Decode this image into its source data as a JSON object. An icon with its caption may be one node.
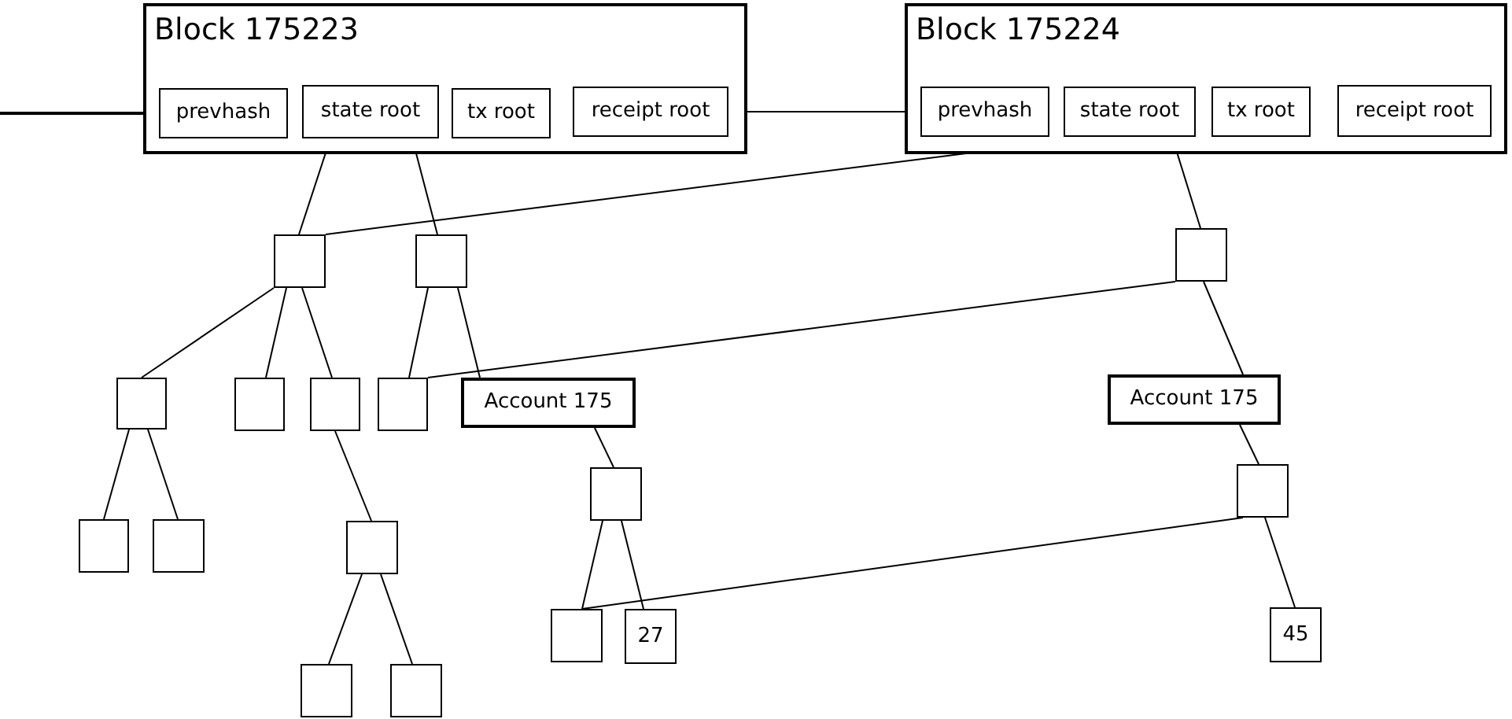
{
  "diagram": {
    "nodes": [
      {
        "text": [
          "Block 175223"
        ]
      },
      {
        "text": [
          "prevhash"
        ],
        "in": 0
      },
      {
        "text": [
          "state root"
        ],
        "in": 0
      },
      {
        "text": [
          "tx root"
        ],
        "in": 0
      },
      {
        "text": [
          "receipt root"
        ],
        "in": 0
      },
      {
        "text": [
          "Block 175224"
        ]
      },
      {
        "text": [
          "prevhash"
        ],
        "in": 5
      },
      {
        "text": [
          "state root"
        ],
        "in": 5
      },
      {
        "text": [
          "tx root"
        ],
        "in": 5
      },
      {
        "text": [
          "receipt root"
        ],
        "in": 5
      },
      {
        "text": [],
        "shape": "box"
      },
      {
        "text": [],
        "shape": "box"
      },
      {
        "text": [],
        "shape": "box"
      },
      {
        "text": [],
        "shape": "box"
      },
      {
        "text": [],
        "shape": "box"
      },
      {
        "text": [],
        "shape": "box"
      },
      {
        "text": [],
        "shape": "box"
      },
      {
        "text": [
          "Account 175"
        ]
      },
      {
        "text": [
          "Account 175"
        ]
      },
      {
        "text": [],
        "shape": "box"
      },
      {
        "text": [],
        "shape": "box"
      },
      {
        "text": [],
        "shape": "box"
      },
      {
        "text": [],
        "shape": "box"
      },
      {
        "text": [],
        "shape": "box"
      },
      {
        "text": [],
        "shape": "box"
      },
      {
        "text": [
          "27"
        ]
      },
      {
        "text": [
          "45"
        ]
      },
      {
        "text": [],
        "shape": "box"
      },
      {
        "text": [],
        "shape": "box"
      }
    ],
    "edges": [
      {
        "from": null,
        "to": 1,
        "arrow": "none"
      },
      {
        "from": 0,
        "to": 6,
        "arrow": "none"
      },
      {
        "from": 2,
        "to": 10,
        "arrow": "none"
      },
      {
        "from": 2,
        "to": 11,
        "arrow": "none"
      },
      {
        "from": 7,
        "to": 10,
        "arrow": "none"
      },
      {
        "from": 7,
        "to": 12,
        "arrow": "none"
      },
      {
        "from": 10,
        "to": 13,
        "arrow": "none"
      },
      {
        "from": 10,
        "to": 14,
        "arrow": "none"
      },
      {
        "from": 10,
        "to": 15,
        "arrow": "none"
      },
      {
        "from": 11,
        "to": 16,
        "arrow": "none"
      },
      {
        "from": 11,
        "to": 17,
        "arrow": "none"
      },
      {
        "from": 12,
        "to": 16,
        "arrow": "none"
      },
      {
        "from": 12,
        "to": 18,
        "arrow": "none"
      },
      {
        "from": 13,
        "to": 21,
        "arrow": "none"
      },
      {
        "from": 13,
        "to": 22,
        "arrow": "none"
      },
      {
        "from": 15,
        "to": 23,
        "arrow": "none"
      },
      {
        "from": 17,
        "to": 19,
        "arrow": "none"
      },
      {
        "from": 19,
        "to": 24,
        "arrow": "none"
      },
      {
        "from": 19,
        "to": 25,
        "arrow": "none"
      },
      {
        "from": 18,
        "to": 20,
        "arrow": "none"
      },
      {
        "from": 20,
        "to": 24,
        "arrow": "none"
      },
      {
        "from": 20,
        "to": 26,
        "arrow": "none"
      },
      {
        "from": 23,
        "to": 27,
        "arrow": "none"
      },
      {
        "from": 23,
        "to": 28,
        "arrow": "none"
      }
    ]
  }
}
